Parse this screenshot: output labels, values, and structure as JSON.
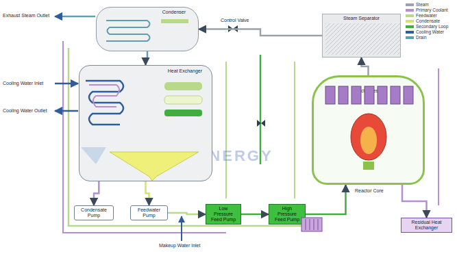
{
  "diagram": {
    "nodes": [
      {
        "text": [
          "Condenser"
        ]
      },
      {
        "text": [
          "Heat Exchanger"
        ]
      },
      {
        "text": [
          "Condensate Pump"
        ]
      },
      {
        "text": [
          "Feedwater Pump"
        ]
      },
      {
        "text": [
          "Low Pressure Feed Pump"
        ]
      },
      {
        "text": [
          "High Pressure Feed Pump"
        ]
      },
      {
        "text": [
          "Steam Separator"
        ]
      },
      {
        "text": [
          "Reactor Vessel"
        ]
      },
      {
        "text": [
          "Residual Heat Exchanger"
        ]
      }
    ],
    "edges": [
      {
        "from": 0,
        "to": 1,
        "arrow": "to"
      },
      {
        "from": 1,
        "to": 2,
        "arrow": "to"
      },
      {
        "from": 1,
        "to": 3,
        "arrow": "to"
      },
      {
        "from": 3,
        "to": 4,
        "arrow": "to"
      },
      {
        "from": 4,
        "to": 5,
        "arrow": "to"
      },
      {
        "from": 5,
        "to": 7,
        "arrow": "to"
      },
      {
        "from": 7,
        "to": 6,
        "arrow": "to"
      },
      {
        "from": 6,
        "to": 0,
        "arrow": "to"
      },
      {
        "from": 7,
        "to": 8,
        "arrow": "to"
      }
    ],
    "labels": [
      "Exhaust Steam Outlet",
      "Cooling Water Inlet",
      "Cooling Water Outlet",
      "Makeup Water Inlet",
      "Control Valve",
      "Reactor Core",
      "NUCLEAR ENERGY"
    ],
    "legend": [
      {
        "text": "Steam",
        "color": "#9aa3ab"
      },
      {
        "text": "Primary Coolant",
        "color": "#b58fd0"
      },
      {
        "text": "Feedwater",
        "color": "#b9d98a"
      },
      {
        "text": "Condensate",
        "color": "#d7e26a"
      },
      {
        "text": "Secondary Loop",
        "color": "#3fae3f"
      },
      {
        "text": "Cooling Water",
        "color": "#2f5d9a"
      },
      {
        "text": "Drain",
        "color": "#5f9fb0"
      }
    ]
  }
}
